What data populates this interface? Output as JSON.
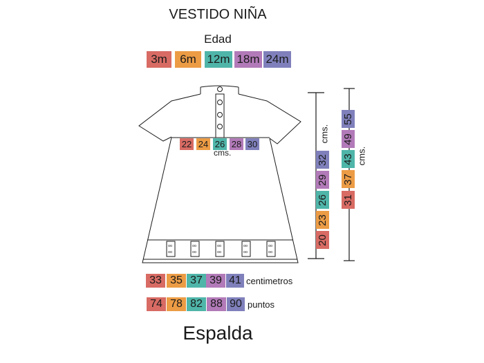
{
  "title": "VESTIDO NIÑA",
  "subtitle": "Edad",
  "footer": "Espalda",
  "colors": [
    "#d86b64",
    "#ec9c45",
    "#4fb5a9",
    "#b27ab8",
    "#7f80bb"
  ],
  "ages": [
    "3m",
    "6m",
    "12m",
    "18m",
    "24m"
  ],
  "yoke_widths": [
    "22",
    "24",
    "26",
    "28",
    "30"
  ],
  "yoke_unit": "cms.",
  "skirt_length": [
    "20",
    "23",
    "26",
    "29",
    "32"
  ],
  "skirt_length_unit": "cms.",
  "total_length": [
    "31",
    "37",
    "43",
    "49",
    "55"
  ],
  "total_length_unit": "cms.",
  "bottom_width": [
    "33",
    "35",
    "37",
    "39",
    "41"
  ],
  "bottom_width_unit": "centimetros",
  "stitches": [
    "74",
    "78",
    "82",
    "88",
    "90"
  ],
  "stitches_unit": "puntos",
  "colors_meta": {
    "line": "#1a1a1a"
  }
}
